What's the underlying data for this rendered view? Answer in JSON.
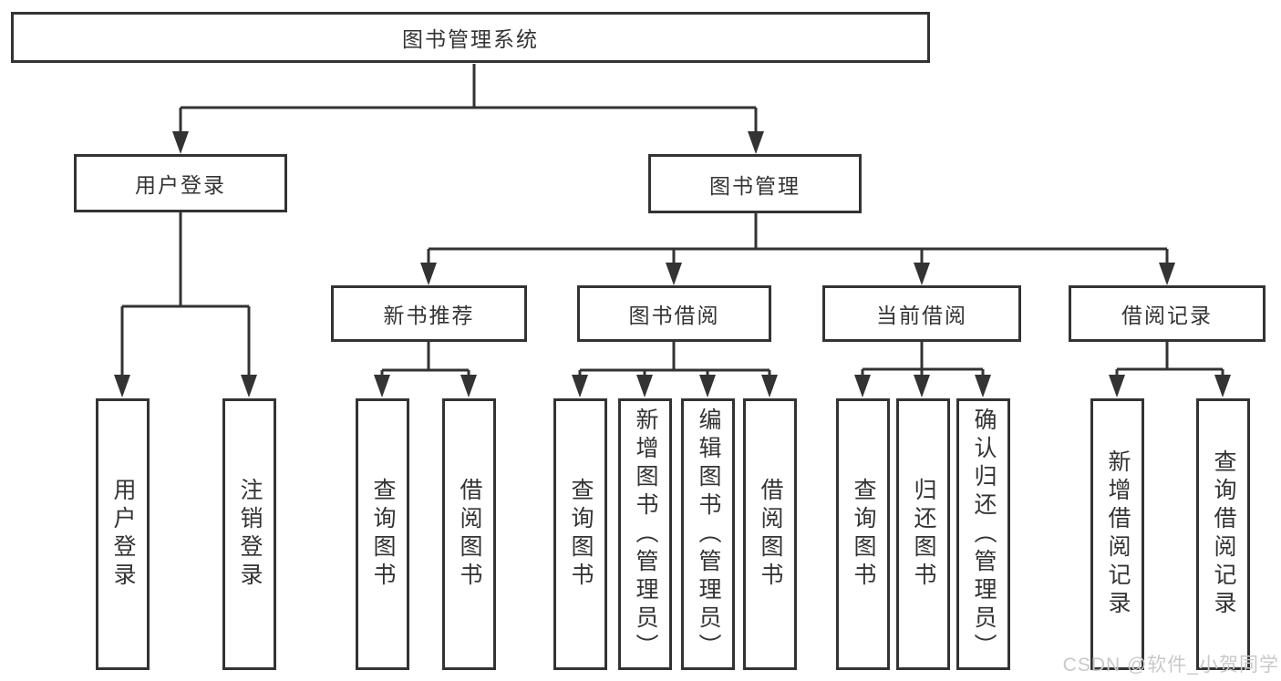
{
  "diagram_title": "图书管理系统",
  "nodes": {
    "root": {
      "label": "图书管理系统"
    },
    "level2": [
      {
        "id": "user-login",
        "label": "用户登录"
      },
      {
        "id": "book-management",
        "label": "图书管理"
      }
    ],
    "level3": [
      {
        "id": "new-book-recommend",
        "label": "新书推荐"
      },
      {
        "id": "book-borrowing",
        "label": "图书借阅"
      },
      {
        "id": "current-borrowing",
        "label": "当前借阅"
      },
      {
        "id": "borrowing-records",
        "label": "借阅记录"
      }
    ],
    "leaves": [
      {
        "id": "user-login-leaf",
        "label": "用户登录"
      },
      {
        "id": "logout",
        "label": "注销登录"
      },
      {
        "id": "query-books-recommend",
        "label": "查询图书"
      },
      {
        "id": "borrow-books-recommend",
        "label": "借阅图书"
      },
      {
        "id": "query-books-borrowing",
        "label": "查询图书"
      },
      {
        "id": "add-book-admin",
        "label": "新增图书（管理员）"
      },
      {
        "id": "edit-book-admin",
        "label": "编辑图书（管理员）"
      },
      {
        "id": "borrow-books-borrowing",
        "label": "借阅图书"
      },
      {
        "id": "query-books-current",
        "label": "查询图书"
      },
      {
        "id": "return-book",
        "label": "归还图书"
      },
      {
        "id": "confirm-return-admin",
        "label": "确认归还（管理员）"
      },
      {
        "id": "add-borrow-record",
        "label": "新增借阅记录"
      },
      {
        "id": "query-borrow-record",
        "label": "查询借阅记录"
      }
    ]
  },
  "colors": {
    "line": "#333333",
    "box_border": "#333333",
    "text": "#333333",
    "watermark": "#c9c9c9",
    "background": "#ffffff"
  },
  "watermark": {
    "text": "CSDN @软件_小贺同学"
  }
}
